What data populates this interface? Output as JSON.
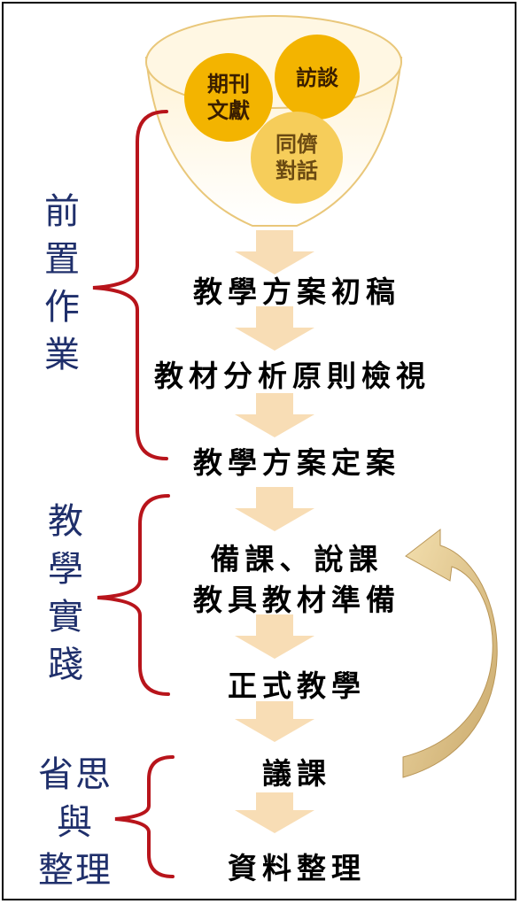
{
  "funnel": {
    "sources": [
      {
        "lines": [
          "期刊",
          "文獻"
        ]
      },
      {
        "lines": [
          "訪談"
        ]
      },
      {
        "lines": [
          "同儕",
          "對話"
        ]
      }
    ]
  },
  "steps": [
    {
      "label": "教學方案初稿"
    },
    {
      "label": "教材分析原則檢視"
    },
    {
      "label": "教學方案定案"
    },
    {
      "label": "備課、說課"
    },
    {
      "label": "教具教材準備"
    },
    {
      "label": "正式教學"
    },
    {
      "label": "議課"
    },
    {
      "label": "資料整理"
    }
  ],
  "phases": [
    {
      "lines": [
        "前",
        "置",
        "作",
        "業"
      ]
    },
    {
      "lines": [
        "教",
        "學",
        "實",
        "踐"
      ]
    },
    {
      "lines": [
        "省思",
        "與",
        "整理"
      ]
    }
  ],
  "colors": {
    "bracket": "#B8141B",
    "phase_text": "#1F2F6B",
    "arrow": "#F8DDB5",
    "circle_gold": "#F3B400",
    "circle_light": "#F6CD5A",
    "loop_arrow": "#E9CF9A"
  }
}
